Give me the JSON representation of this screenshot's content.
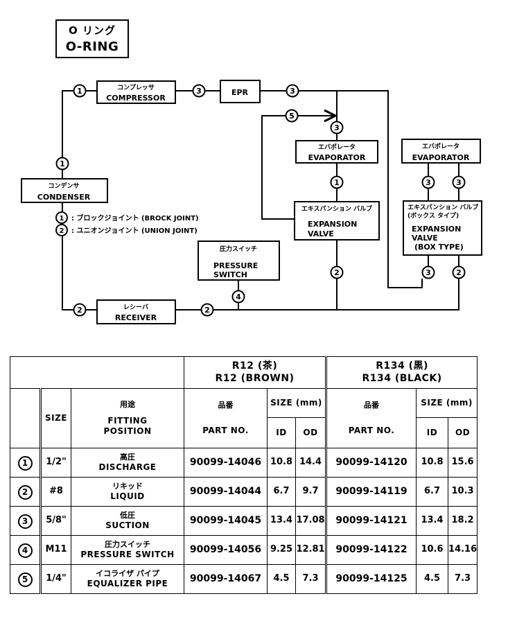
{
  "title": {
    "jp": "O リング",
    "en": "O-RING"
  },
  "diagram": {
    "components": {
      "compressor": {
        "jp": "コンプレッサ",
        "en": "COMPRESSOR"
      },
      "epr": {
        "en": "EPR"
      },
      "condenser": {
        "jp": "コンデンサ",
        "en": "CONDENSER"
      },
      "evaporator_1": {
        "jp": "エバポレータ",
        "en": "EVAPORATOR"
      },
      "expansion_valve": {
        "jp": "エキスパンション バルブ",
        "en_line1": "EXPANSION",
        "en_line2": "VALVE"
      },
      "evaporator_2": {
        "jp": "エバポレータ",
        "en": "EVAPORATOR"
      },
      "expansion_valve_box": {
        "jp_line1": "エキスパンション バルブ",
        "jp_line2": "(ボックス タイプ)",
        "en_line1": "EXPANSION",
        "en_line2": "VALVE",
        "en_line3": "(BOX TYPE)"
      },
      "pressure_switch": {
        "jp": "圧力スイッチ",
        "en_line1": "PRESSURE",
        "en_line2": "SWITCH"
      },
      "receiver": {
        "jp": "レシーバ",
        "en": "RECEIVER"
      }
    },
    "legend": [
      {
        "marker": "1",
        "text": ": ブロックジョイント (BROCK  JOINT)"
      },
      {
        "marker": "2",
        "text": ": ユニオンジョイント (UNION  JOINT)"
      }
    ],
    "markers": {
      "comp_in": "1",
      "comp_out": "3",
      "epr_out": "3",
      "equalizer": "5",
      "evap1_in": "3",
      "evap1_out": "1",
      "cond_top": "1",
      "evap2_left": "3",
      "evap2_right": "3",
      "box_bottom_left": "3",
      "box_bottom_right": "2",
      "exp_bottom": "2",
      "ps_bottom": "4",
      "rec_left": "2",
      "rec_right": "2"
    }
  },
  "table": {
    "groups": [
      {
        "line1": "R12 (茶)",
        "line2": "R12 (BROWN)"
      },
      {
        "line1": "R134 (黒)",
        "line2": "R134 (BLACK)"
      }
    ],
    "headers": {
      "size": "SIZE",
      "fitting_jp": "用途",
      "fitting_en_1": "FITTING",
      "fitting_en_2": "POSITION",
      "part_jp": "品番",
      "part_en": "PART NO.",
      "size_mm": "SIZE (mm)",
      "id": "ID",
      "od": "OD"
    },
    "rows": [
      {
        "marker": "1",
        "size": "1/2\"",
        "jp": "高圧",
        "en": "DISCHARGE",
        "r12_part": "90099-14046",
        "r12_id": "10.8",
        "r12_od": "14.4",
        "r134_part": "90099-14120",
        "r134_id": "10.8",
        "r134_od": "15.6"
      },
      {
        "marker": "2",
        "size": "#8",
        "jp": "リキッド",
        "en": "LIQUID",
        "r12_part": "90099-14044",
        "r12_id": "6.7",
        "r12_od": "9.7",
        "r134_part": "90099-14119",
        "r134_id": "6.7",
        "r134_od": "10.3"
      },
      {
        "marker": "3",
        "size": "5/8\"",
        "jp": "低圧",
        "en": "SUCTION",
        "r12_part": "90099-14045",
        "r12_id": "13.4",
        "r12_od": "17.08",
        "r134_part": "90099-14121",
        "r134_id": "13.4",
        "r134_od": "18.2"
      },
      {
        "marker": "4",
        "size": "M11",
        "jp": "圧力スイッチ",
        "en": "PRESSURE SWITCH",
        "r12_part": "90099-14056",
        "r12_id": "9.25",
        "r12_od": "12.81",
        "r134_part": "90099-14122",
        "r134_id": "10.6",
        "r134_od": "14.16"
      },
      {
        "marker": "5",
        "size": "1/4\"",
        "jp": "イコライザ パイプ",
        "en": "EQUALIZER PIPE",
        "r12_part": "90099-14067",
        "r12_id": "4.5",
        "r12_od": "7.3",
        "r134_part": "90099-14125",
        "r134_id": "4.5",
        "r134_od": "7.3"
      }
    ]
  }
}
